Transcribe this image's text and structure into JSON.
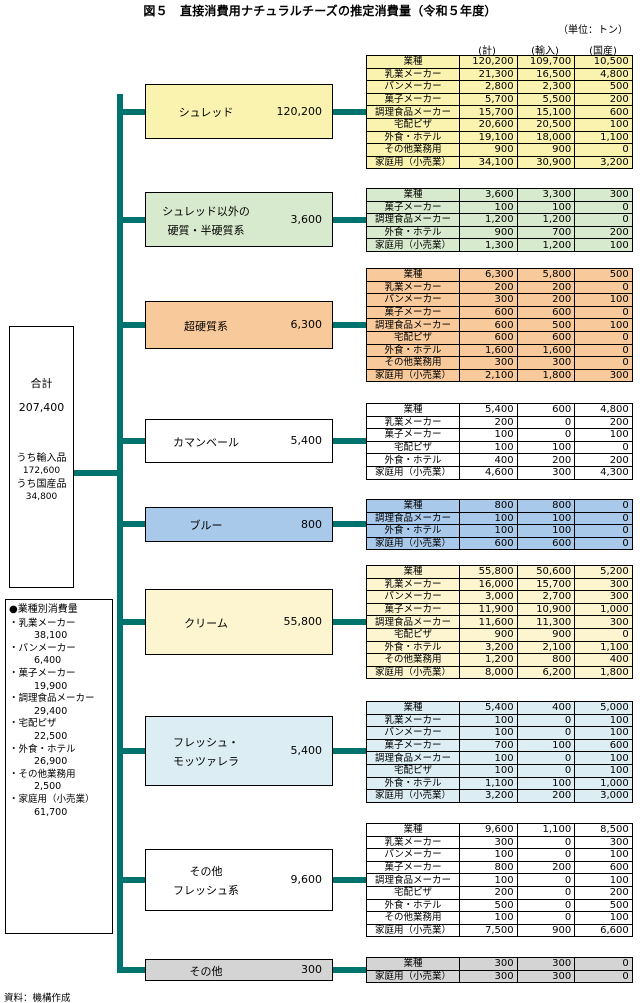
{
  "title": "図５　直接消費用ナチュラルチーズの推定消費量（令和５年度）",
  "unit": "（単位：トン）",
  "col_headers": [
    "(計)",
    "(輸入)",
    "(国産)"
  ],
  "total": {
    "label": "合計",
    "value": "207,400",
    "import_label": "うち輸入品",
    "import_value": "172,600",
    "domestic_label": "うち国産品",
    "domestic_value": "34,800"
  },
  "breakdown": {
    "heading": "●業種別消費量",
    "items": [
      {
        "label": "・乳業メーカー",
        "value": "38,100"
      },
      {
        "label": "・パンメーカー",
        "value": "6,400"
      },
      {
        "label": "・菓子メーカー",
        "value": "19,900"
      },
      {
        "label": "・調理食品メーカー",
        "value": "29,400"
      },
      {
        "label": "・宅配ピザ",
        "value": "22,500"
      },
      {
        "label": "・外食・ホテル",
        "value": "26,900"
      },
      {
        "label": "・その他業務用",
        "value": "2,500"
      },
      {
        "label": "・家庭用（小売業）",
        "value": "61,700"
      }
    ]
  },
  "colors": {
    "branch": "#00736f",
    "yellow": "#faf3b0",
    "green": "#d8eacd",
    "orange": "#f8c99a",
    "white": "#ffffff",
    "blue": "#a9c9ea",
    "cream": "#fcf5cf",
    "lightblue": "#dcedf4",
    "gray": "#d4d4d4"
  },
  "categories": [
    {
      "name": "シュレッド",
      "value": "120,200",
      "color": "#faf3b0",
      "rows": [
        [
          "業種",
          "120,200",
          "109,700",
          "10,500"
        ],
        [
          "乳業メーカー",
          "21,300",
          "16,500",
          "4,800"
        ],
        [
          "パンメーカー",
          "2,800",
          "2,300",
          "500"
        ],
        [
          "菓子メーカー",
          "5,700",
          "5,500",
          "200"
        ],
        [
          "調理食品メーカー",
          "15,700",
          "15,100",
          "600"
        ],
        [
          "宅配ピザ",
          "20,600",
          "20,500",
          "100"
        ],
        [
          "外食・ホテル",
          "19,100",
          "18,000",
          "1,100"
        ],
        [
          "その他業務用",
          "900",
          "900",
          "0"
        ],
        [
          "家庭用（小売業）",
          "34,100",
          "30,900",
          "3,200"
        ]
      ]
    },
    {
      "name": "シュレッド以外の\n硬質・半硬質系",
      "value": "3,600",
      "color": "#d8eacd",
      "rows": [
        [
          "業種",
          "3,600",
          "3,300",
          "300"
        ],
        [
          "菓子メーカー",
          "100",
          "100",
          "0"
        ],
        [
          "調理食品メーカー",
          "1,200",
          "1,200",
          "0"
        ],
        [
          "外食・ホテル",
          "900",
          "700",
          "200"
        ],
        [
          "家庭用（小売業）",
          "1,300",
          "1,200",
          "100"
        ]
      ]
    },
    {
      "name": "超硬質系",
      "value": "6,300",
      "color": "#f8c99a",
      "rows": [
        [
          "業種",
          "6,300",
          "5,800",
          "500"
        ],
        [
          "乳業メーカー",
          "200",
          "200",
          "0"
        ],
        [
          "パンメーカー",
          "300",
          "200",
          "100"
        ],
        [
          "菓子メーカー",
          "600",
          "600",
          "0"
        ],
        [
          "調理食品メーカー",
          "600",
          "500",
          "100"
        ],
        [
          "宅配ピザ",
          "600",
          "600",
          "0"
        ],
        [
          "外食・ホテル",
          "1,600",
          "1,600",
          "0"
        ],
        [
          "その他業務用",
          "300",
          "300",
          "0"
        ],
        [
          "家庭用（小売業）",
          "2,100",
          "1,800",
          "300"
        ]
      ]
    },
    {
      "name": "カマンベール",
      "value": "5,400",
      "color": "#ffffff",
      "rows": [
        [
          "業種",
          "5,400",
          "600",
          "4,800"
        ],
        [
          "乳業メーカー",
          "200",
          "0",
          "200"
        ],
        [
          "菓子メーカー",
          "100",
          "0",
          "100"
        ],
        [
          "宅配ピザ",
          "100",
          "100",
          "0"
        ],
        [
          "外食・ホテル",
          "400",
          "200",
          "200"
        ],
        [
          "家庭用（小売業）",
          "4,600",
          "300",
          "4,300"
        ]
      ]
    },
    {
      "name": "ブルー",
      "value": "800",
      "color": "#a9c9ea",
      "rows": [
        [
          "業種",
          "800",
          "800",
          "0"
        ],
        [
          "調理食品メーカー",
          "100",
          "100",
          "0"
        ],
        [
          "外食・ホテル",
          "100",
          "100",
          "0"
        ],
        [
          "家庭用（小売業）",
          "600",
          "600",
          "0"
        ]
      ]
    },
    {
      "name": "クリーム",
      "value": "55,800",
      "color": "#fcf5cf",
      "rows": [
        [
          "業種",
          "55,800",
          "50,600",
          "5,200"
        ],
        [
          "乳業メーカー",
          "16,000",
          "15,700",
          "300"
        ],
        [
          "パンメーカー",
          "3,000",
          "2,700",
          "300"
        ],
        [
          "菓子メーカー",
          "11,900",
          "10,900",
          "1,000"
        ],
        [
          "調理食品メーカー",
          "11,600",
          "11,300",
          "300"
        ],
        [
          "宅配ピザ",
          "900",
          "900",
          "0"
        ],
        [
          "外食・ホテル",
          "3,200",
          "2,100",
          "1,100"
        ],
        [
          "その他業務用",
          "1,200",
          "800",
          "400"
        ],
        [
          "家庭用（小売業）",
          "8,000",
          "6,200",
          "1,800"
        ]
      ]
    },
    {
      "name": "フレッシュ・\nモッツァレラ",
      "value": "5,400",
      "color": "#dcedf4",
      "rows": [
        [
          "業種",
          "5,400",
          "400",
          "5,000"
        ],
        [
          "乳業メーカー",
          "100",
          "0",
          "100"
        ],
        [
          "パンメーカー",
          "100",
          "0",
          "100"
        ],
        [
          "菓子メーカー",
          "700",
          "100",
          "600"
        ],
        [
          "調理食品メーカー",
          "100",
          "0",
          "100"
        ],
        [
          "宅配ピザ",
          "100",
          "0",
          "100"
        ],
        [
          "外食・ホテル",
          "1,100",
          "100",
          "1,000"
        ],
        [
          "家庭用（小売業）",
          "3,200",
          "200",
          "3,000"
        ]
      ]
    },
    {
      "name": "その他\nフレッシュ系",
      "value": "9,600",
      "color": "#ffffff",
      "rows": [
        [
          "業種",
          "9,600",
          "1,100",
          "8,500"
        ],
        [
          "乳業メーカー",
          "300",
          "0",
          "300"
        ],
        [
          "パンメーカー",
          "100",
          "0",
          "100"
        ],
        [
          "菓子メーカー",
          "800",
          "200",
          "600"
        ],
        [
          "調理食品メーカー",
          "100",
          "0",
          "100"
        ],
        [
          "宅配ピザ",
          "200",
          "0",
          "200"
        ],
        [
          "外食・ホテル",
          "500",
          "0",
          "500"
        ],
        [
          "その他業務用",
          "100",
          "0",
          "100"
        ],
        [
          "家庭用（小売業）",
          "7,500",
          "900",
          "6,600"
        ]
      ]
    },
    {
      "name": "その他",
      "value": "300",
      "color": "#d4d4d4",
      "rows": [
        [
          "業種",
          "300",
          "300",
          "0"
        ],
        [
          "家庭用（小売業）",
          "300",
          "300",
          "0"
        ]
      ]
    }
  ],
  "source": "資料：機構作成"
}
